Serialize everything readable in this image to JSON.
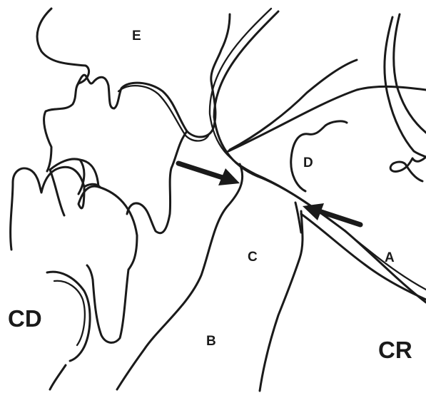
{
  "labels": {
    "E": "E",
    "D": "D",
    "C": "C",
    "A": "A",
    "B": "B",
    "CD": "CD",
    "CR": "CR"
  },
  "colors": {
    "ink": "#1a1a1a",
    "background": "#ffffff"
  }
}
